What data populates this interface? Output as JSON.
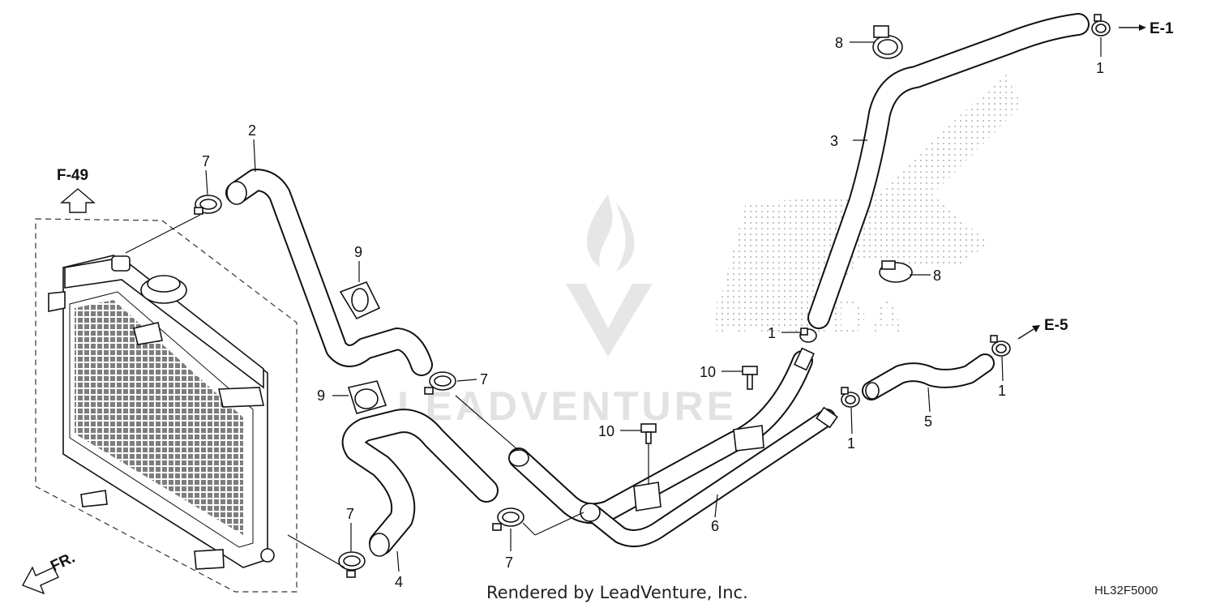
{
  "refs": {
    "f49": "F-49",
    "e1": "E-1",
    "e5": "E-5",
    "fr": "FR."
  },
  "callouts": {
    "n1": "1",
    "n2": "2",
    "n3": "3",
    "n4": "4",
    "n5": "5",
    "n6": "6",
    "n7": "7",
    "n8": "8",
    "n9": "9",
    "n10": "10"
  },
  "watermark": {
    "text": "LEADVENTURE",
    "brand": "HONDA"
  },
  "footer": {
    "credit": "Rendered by LeadVenture, Inc.",
    "diagram_code": "HL32F5000"
  }
}
